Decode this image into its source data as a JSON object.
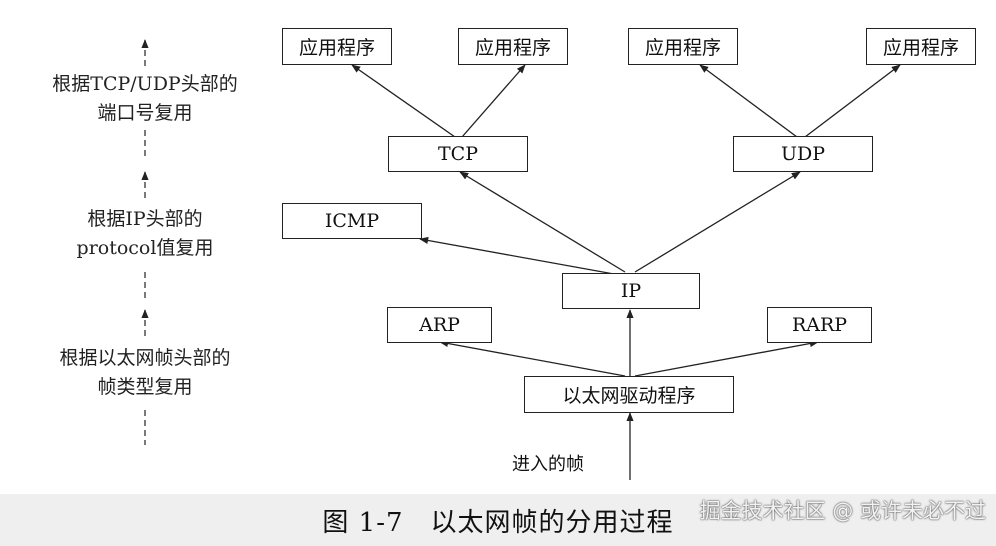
{
  "nodes": {
    "app1": "应用程序",
    "app2": "应用程序",
    "app3": "应用程序",
    "app4": "应用程序",
    "tcp": "TCP",
    "udp": "UDP",
    "icmp": "ICMP",
    "ip": "IP",
    "arp": "ARP",
    "rarp": "RARP",
    "ethernet": "以太网驱动程序"
  },
  "incoming_label": "进入的帧",
  "side_labels": {
    "tcp_udp_line1": "根据TCP/UDP头部的",
    "tcp_udp_line2": "端口号复用",
    "ip_line1": "根据IP头部的",
    "ip_line2": "protocol值复用",
    "eth_line1": "根据以太网帧头部的",
    "eth_line2": "帧类型复用"
  },
  "caption": "图 1-7　以太网帧的分用过程",
  "watermark": "掘金技术社区 @ 或许未必不过"
}
